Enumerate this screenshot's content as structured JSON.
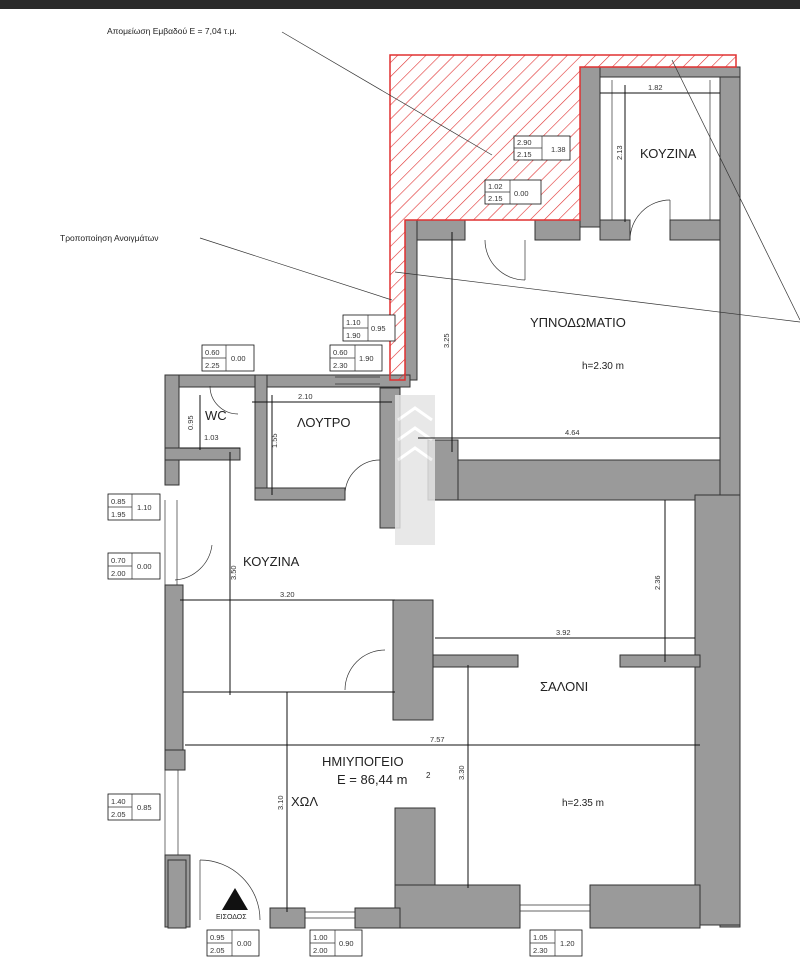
{
  "annotations": {
    "area_reduction": "Απομείωση Εμβαδού Ε = 7,04 τ.μ.",
    "opening_change": "Τροποποίηση Ανοιγμάτων"
  },
  "rooms": {
    "kouzina_upper": "ΚΟΥΖΙΝΑ",
    "ypnodomatio": "ΥΠΝΟΔΩΜΑΤΙΟ",
    "ypnodomatio_height": "h=2.30 m",
    "wc": "WC",
    "loutro": "ΛΟΥΤΡΟ",
    "kouzina_lower": "ΚΟΥΖΙΝΑ",
    "saloni": "ΣΑΛΟΝΙ",
    "floor_name": "ΗΜΙΥΠΟΓΕΙΟ",
    "floor_area": "Ε = 86,44  m",
    "floor_area_sup": "2",
    "xol": "ΧΩΛ",
    "saloni_height": "h=2.35 m",
    "entrance": "ΕΙΣΟΔΟΣ"
  },
  "dimensions": {
    "d182": "1.82",
    "d213": "2.13",
    "d325": "3.25",
    "d464": "4.64",
    "d210": "2.10",
    "d155": "1.55",
    "d095": "0.95",
    "d103": "1.03",
    "d350": "3.50",
    "d320": "3.20",
    "d236": "2.36",
    "d392": "3.92",
    "d757": "7.57",
    "d330": "3.30",
    "d310": "3.10"
  },
  "openings": [
    {
      "w": "2.90",
      "h": "2.15",
      "sill": "1.38"
    },
    {
      "w": "1.02",
      "h": "2.15",
      "sill": "0.00"
    },
    {
      "w": "1.10",
      "h": "1.90",
      "sill": "0.95"
    },
    {
      "w": "0.60",
      "h": "2.25",
      "sill": "0.00"
    },
    {
      "w": "0.60",
      "h": "2.30",
      "sill": "1.90"
    },
    {
      "w": "0.85",
      "h": "1.95",
      "sill": "1.10"
    },
    {
      "w": "0.70",
      "h": "2.00",
      "sill": "0.00"
    },
    {
      "w": "1.40",
      "h": "2.05",
      "sill": "0.85"
    },
    {
      "w": "0.95",
      "h": "2.05",
      "sill": "0.00"
    },
    {
      "w": "1.00",
      "h": "2.00",
      "sill": "0.90"
    },
    {
      "w": "1.05",
      "h": "2.30",
      "sill": "1.20"
    }
  ],
  "colors": {
    "hatch": "#e03030",
    "wall": "#9a9a9a",
    "top_bar": "#2b2b2b"
  }
}
